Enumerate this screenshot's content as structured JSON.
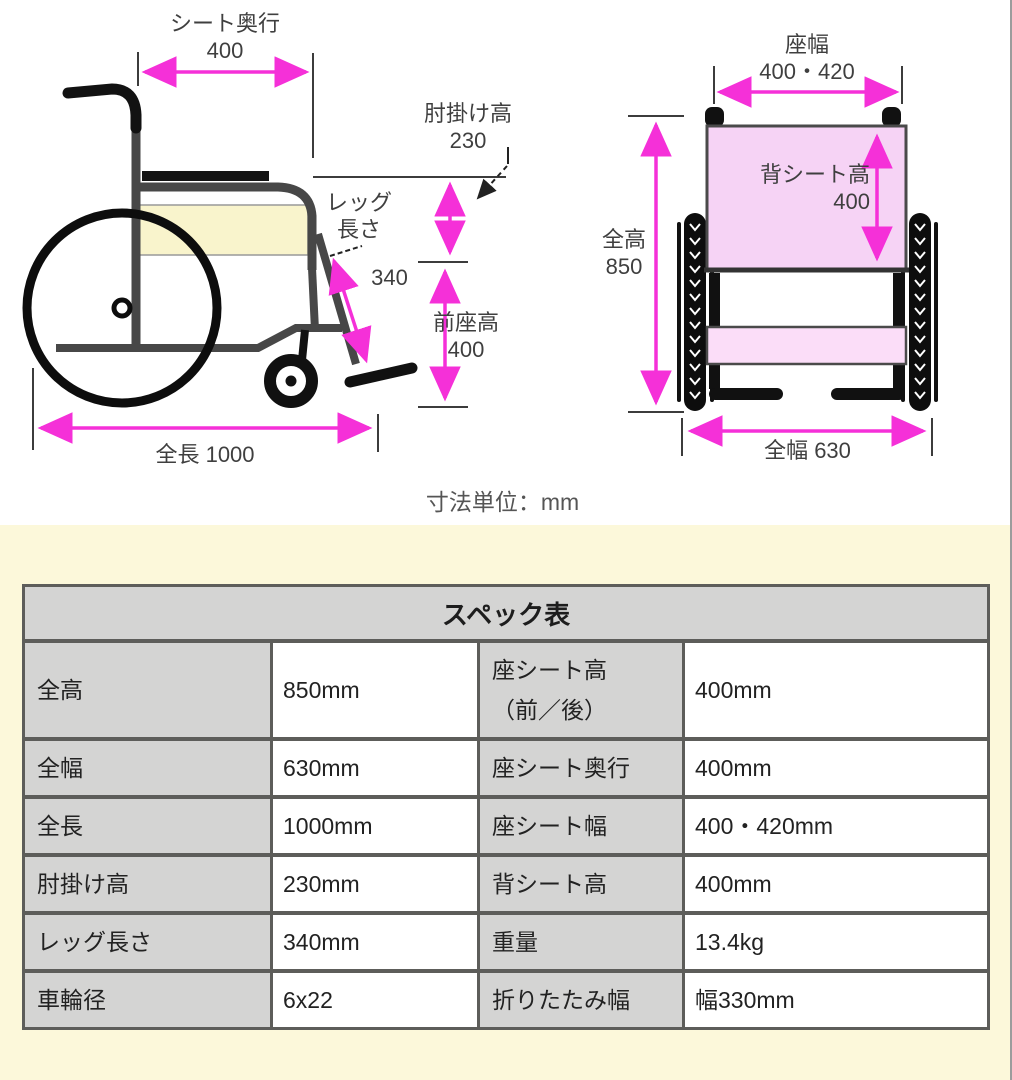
{
  "side_view": {
    "seat_depth_label": "シート奥行",
    "seat_depth_value": "400",
    "armrest_height_label": "肘掛け高",
    "armrest_height_value": "230",
    "leg_length_label_1": "レッグ",
    "leg_length_label_2": "長さ",
    "leg_length_value": "340",
    "front_seat_height_label": "前座高",
    "front_seat_height_value": "400",
    "overall_length_label": "全長 1000"
  },
  "front_view": {
    "seat_width_label": "座幅",
    "seat_width_value": "400・420",
    "back_seat_height_label": "背シート高",
    "back_seat_height_value": "400",
    "overall_height_label": "全高",
    "overall_height_value": "850",
    "overall_width_label": "全幅 630"
  },
  "unit_note": "寸法単位：mm",
  "spec_table": {
    "title": "スペック表",
    "rows": [
      {
        "label_left": "全高",
        "value_left": "850mm",
        "label_right": "座シート高",
        "label_right_line2": "（前／後）",
        "value_right": "400mm"
      },
      {
        "label_left": "全幅",
        "value_left": "630mm",
        "label_right": "座シート奥行",
        "value_right": "400mm"
      },
      {
        "label_left": "全長",
        "value_left": "1000mm",
        "label_right": "座シート幅",
        "value_right": "400・420mm"
      },
      {
        "label_left": "肘掛け高",
        "value_left": "230mm",
        "label_right": "背シート高",
        "value_right": "400mm"
      },
      {
        "label_left": "レッグ長さ",
        "value_left": "340mm",
        "label_right": "重量",
        "value_right": "13.4kg"
      },
      {
        "label_left": "車輪径",
        "value_left": "6x22",
        "label_right": "折りたたみ幅",
        "value_right": "幅330mm"
      }
    ]
  },
  "colors": {
    "dimension_arrow": "#f530d8",
    "backrest_fill": "#f6d3f5",
    "front_seat_fill": "#fbddf8",
    "side_cushion_fill": "#f9f4cc",
    "table_label_bg": "#d4d4d3",
    "table_border": "#5d5d5a",
    "lower_background": "#fcf8da"
  }
}
